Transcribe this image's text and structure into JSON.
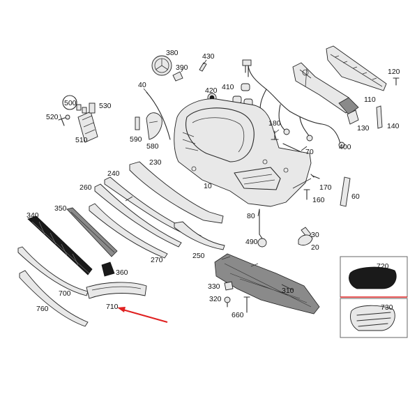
{
  "labels": {
    "l380": "380",
    "l430": "430",
    "l390": "390",
    "l120": "120",
    "l40": "40",
    "l420": "420",
    "l410": "410",
    "l500": "500",
    "l530": "530",
    "l520": "520",
    "l510": "510",
    "l110": "110",
    "l180": "180",
    "l130": "130",
    "l140": "140",
    "l590": "590",
    "l580": "580",
    "l70": "70",
    "l400": "400",
    "l230": "230",
    "l240": "240",
    "l10": "10",
    "l170": "170",
    "l260": "260",
    "l160": "160",
    "l60": "60",
    "l340": "340",
    "l350": "350",
    "l80": "80",
    "l30": "30",
    "l490": "490",
    "l20": "20",
    "l270": "270",
    "l250": "250",
    "l360": "360",
    "l720": "720",
    "l310": "310",
    "l330": "330",
    "l700": "700",
    "l320": "320",
    "l710": "710",
    "l730": "730",
    "l760": "760",
    "l660": "660"
  },
  "colors": {
    "highlight_arrow": "#e02020",
    "inset_border": "#e02020",
    "line": "#2a2a2a"
  },
  "icons": [
    "arrow-pointer"
  ]
}
